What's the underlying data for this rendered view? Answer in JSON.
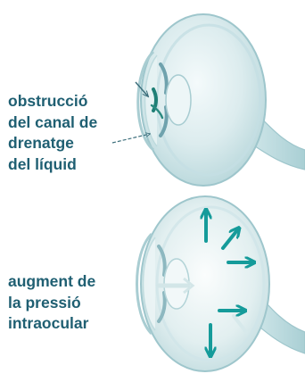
{
  "labels": {
    "obstruction": [
      "obstrucció",
      "del canal de",
      "drenatge",
      "del líquid"
    ],
    "pressure": [
      "augment de",
      "la pressió",
      "intraocular"
    ]
  },
  "colors": {
    "label_text": "#1f5f72",
    "arrow": "#159b9a",
    "eye_fill": "#c9e3e6",
    "eye_outline": "#9ec6cc",
    "lens": "#e4f1f2",
    "nerve": "#b9d8dc"
  },
  "icons": [
    "pressure-arrow-icon",
    "drainage-pointer-icon"
  ]
}
